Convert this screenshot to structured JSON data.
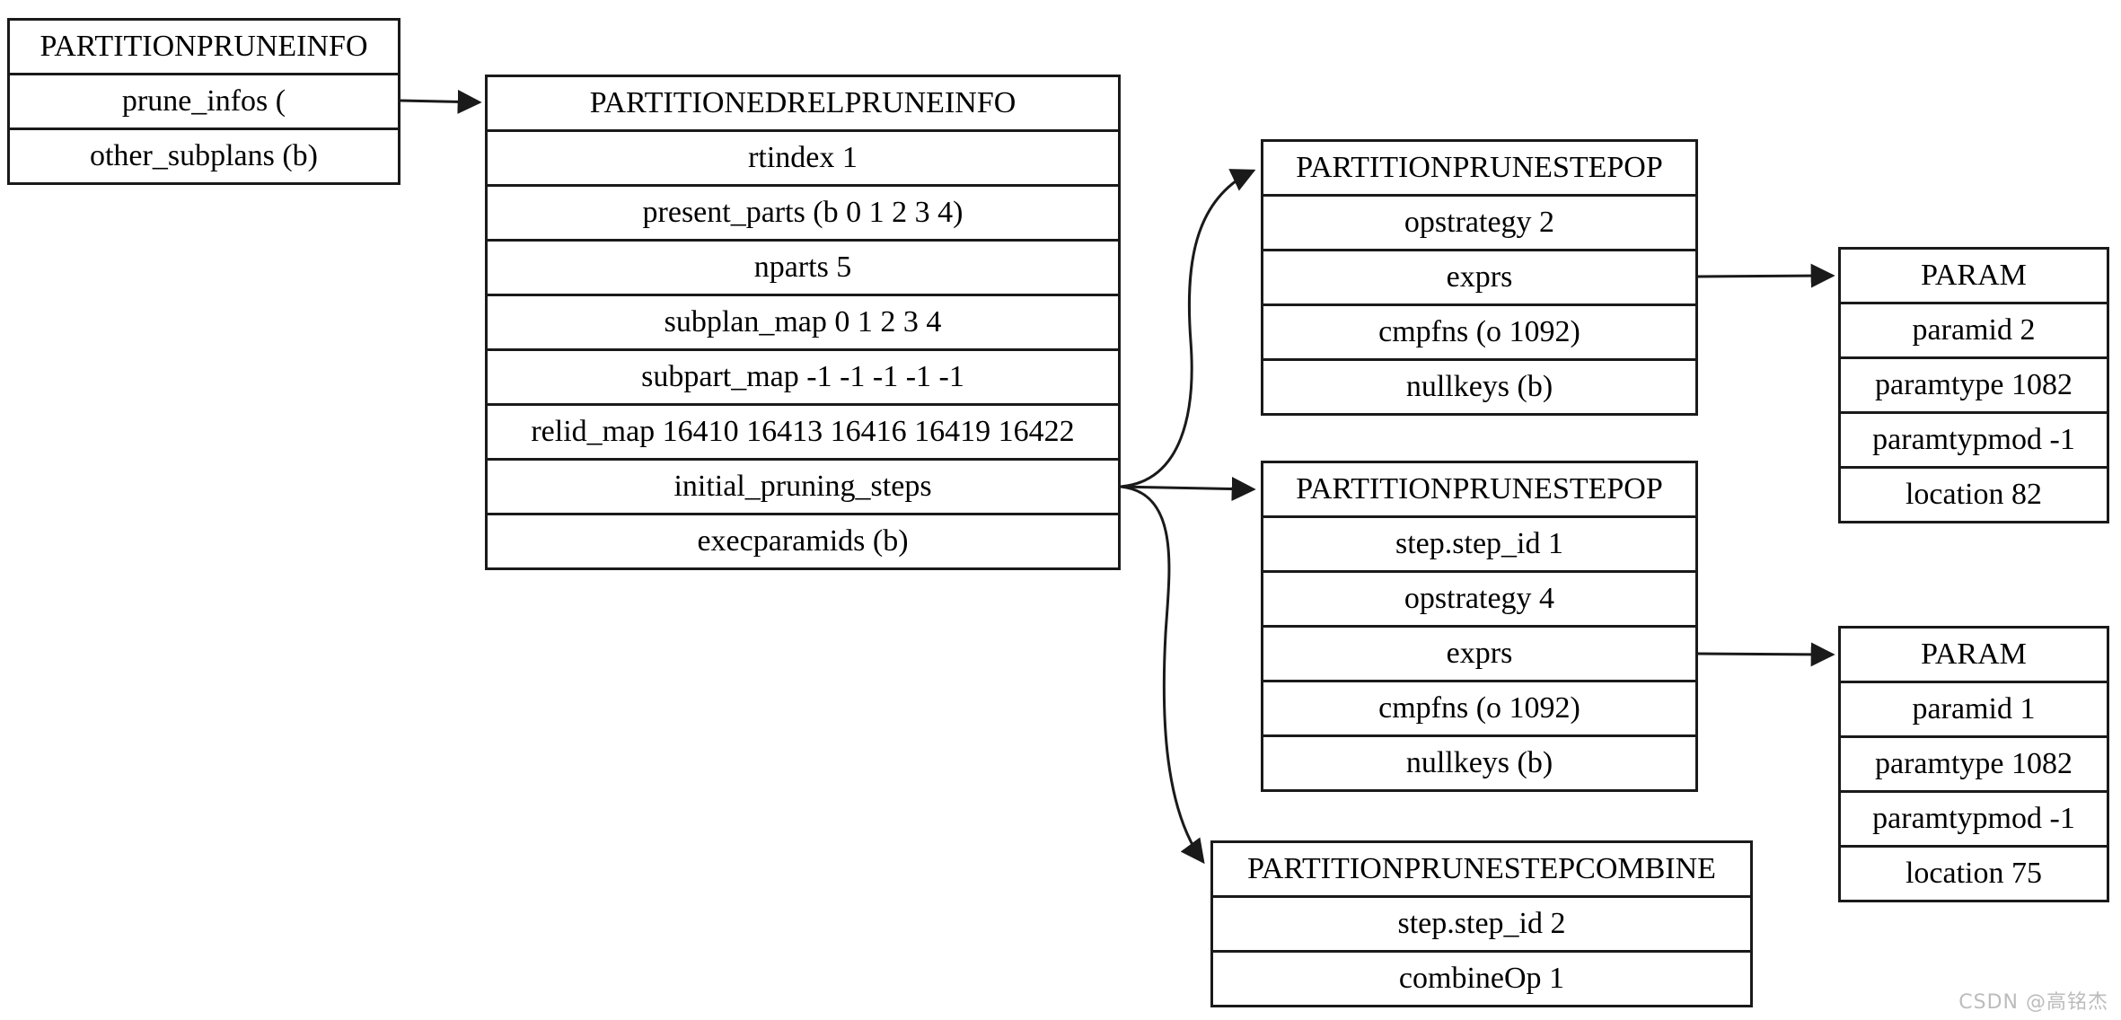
{
  "colors": {
    "border": "#1a1a1a",
    "background": "#ffffff",
    "text": "#000000",
    "watermark": "#bcbcbc"
  },
  "nodes": {
    "prune_info": {
      "title": "PARTITIONPRUNEINFO",
      "rows": [
        "prune_infos (",
        "other_subplans (b)"
      ]
    },
    "rel_prune_info": {
      "title": "PARTITIONEDRELPRUNEINFO",
      "rows": [
        "rtindex 1",
        "present_parts (b 0 1 2 3 4)",
        "nparts 5",
        "subplan_map 0 1 2 3 4",
        "subpart_map -1 -1 -1 -1 -1",
        "relid_map 16410 16413 16416 16419 16422",
        "initial_pruning_steps",
        "execparamids (b)"
      ]
    },
    "step_op_1": {
      "title": "PARTITIONPRUNESTEPOP",
      "rows": [
        "opstrategy 2",
        "exprs",
        "cmpfns (o 1092)",
        "nullkeys (b)"
      ]
    },
    "param_1": {
      "title": "PARAM",
      "rows": [
        "paramid 2",
        "paramtype 1082",
        "paramtypmod -1",
        "location 82"
      ]
    },
    "step_op_2": {
      "title": "PARTITIONPRUNESTEPOP",
      "rows": [
        "step.step_id 1",
        "opstrategy 4",
        "exprs",
        "cmpfns (o 1092)",
        "nullkeys (b)"
      ]
    },
    "param_2": {
      "title": "PARAM",
      "rows": [
        "paramid 1",
        "paramtype 1082",
        "paramtypmod -1",
        "location 75"
      ]
    },
    "step_combine": {
      "title": "PARTITIONPRUNESTEPCOMBINE",
      "rows": [
        "step.step_id 2",
        "combineOp 1"
      ]
    }
  },
  "watermark": {
    "text": "CSDN @高铭杰"
  }
}
